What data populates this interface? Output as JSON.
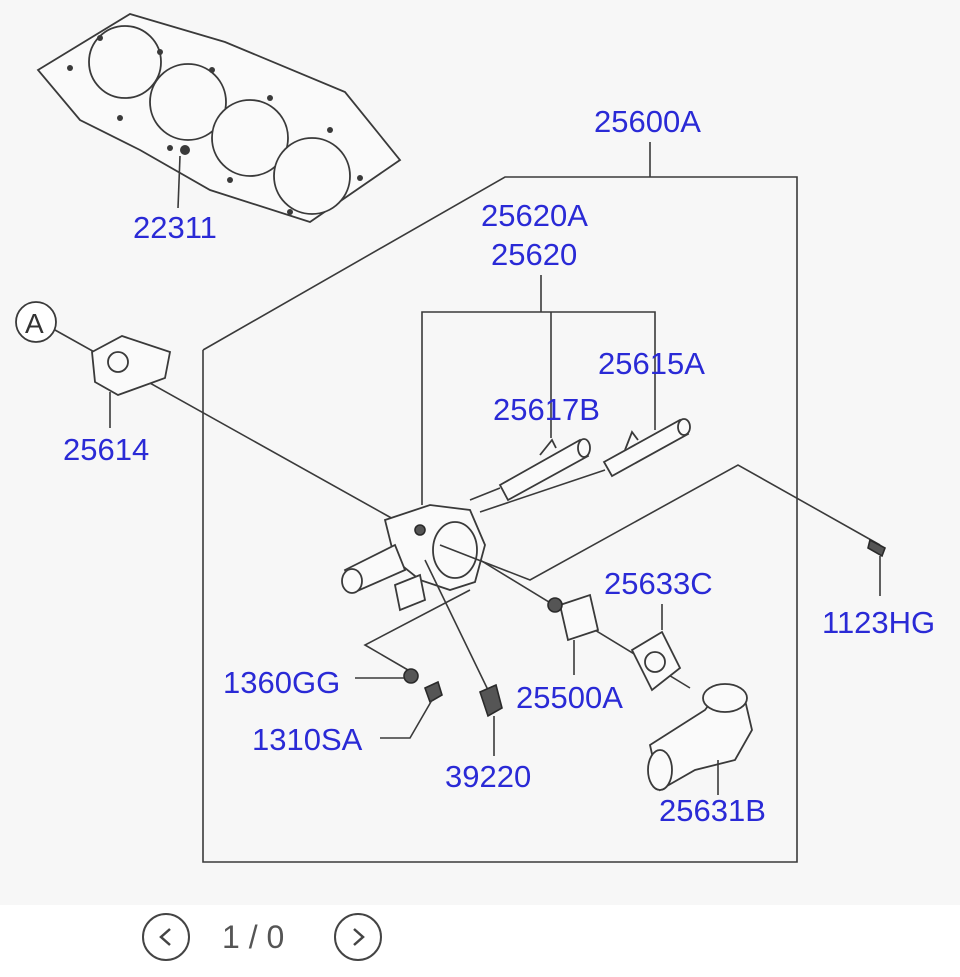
{
  "diagram": {
    "ref_marker": "A",
    "part_labels": {
      "p22311": "22311",
      "p25600A": "25600A",
      "p25620A": "25620A",
      "p25620": "25620",
      "p25615A": "25615A",
      "p25617B": "25617B",
      "p25614": "25614",
      "p25633C": "25633C",
      "p1123HG": "1123HG",
      "p1360GG": "1360GG",
      "p25500A": "25500A",
      "p1310SA": "1310SA",
      "p39220": "39220",
      "p25631B": "25631B"
    },
    "colors": {
      "label": "#2a2ad6",
      "line": "#3a3a3a",
      "background": "#f7f7f7"
    }
  },
  "pager": {
    "prev_icon": "chevron-left-icon",
    "next_icon": "chevron-right-icon",
    "indicator": "1 / 0"
  }
}
